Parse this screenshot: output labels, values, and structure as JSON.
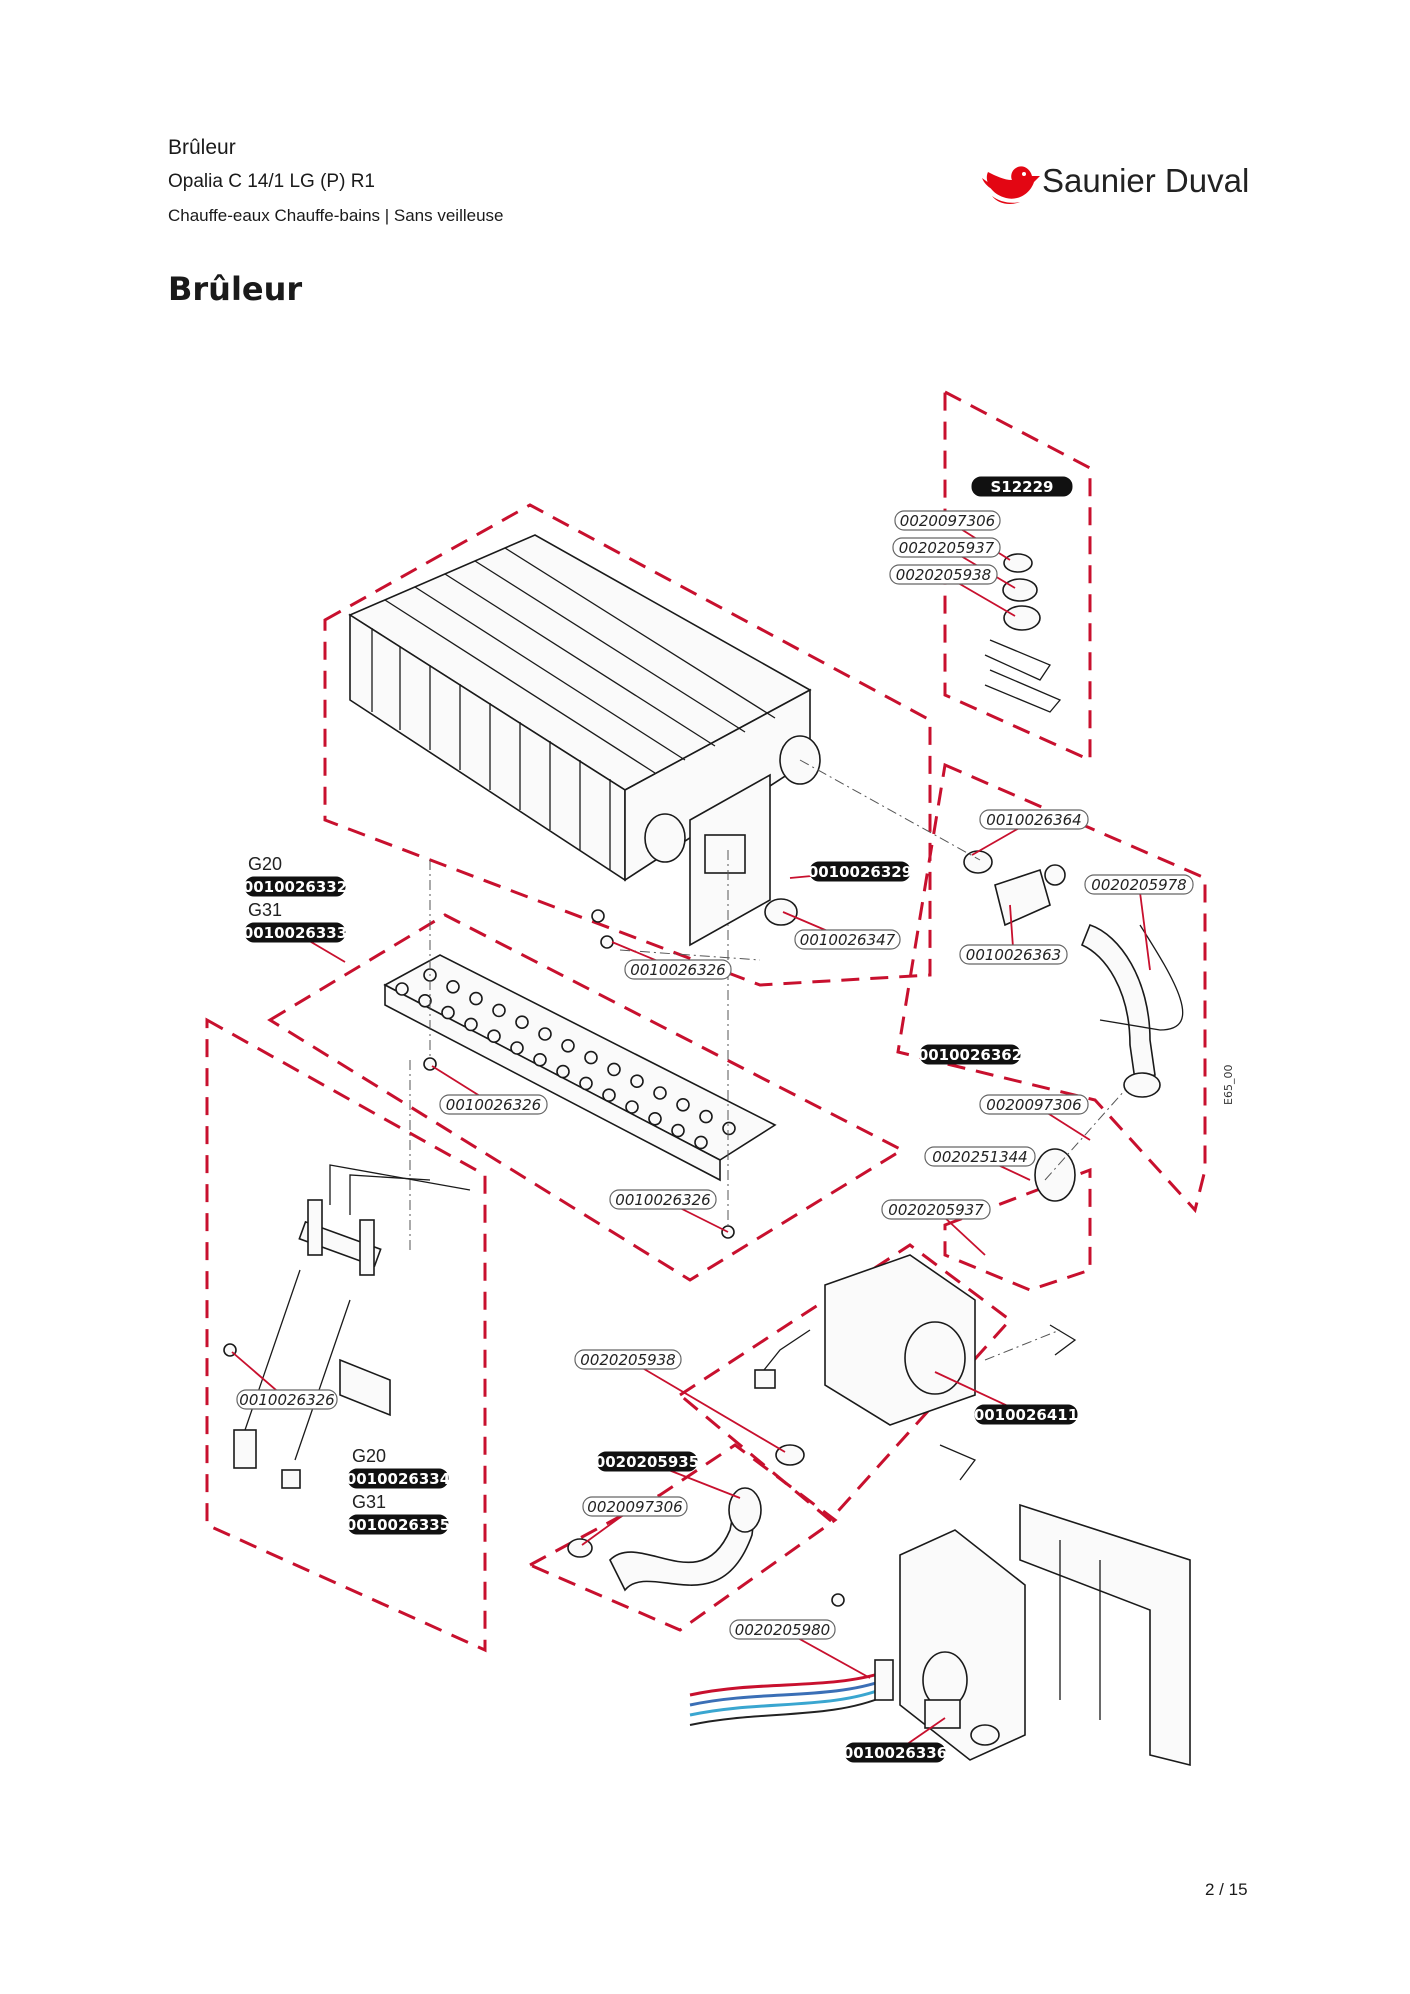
{
  "header": {
    "line1": "Brûleur",
    "line2": "Opalia C 14/1 LG (P) R1",
    "line3": "Chauffe-eaux Chauffe-bains | Sans veilleuse"
  },
  "title": "Brûleur",
  "brand": {
    "name": "Saunier Duval",
    "logo_icon": "bird-logo-icon",
    "color": "#e30613"
  },
  "accent_color": "#c8102e",
  "drawing_code": "E65_00",
  "page": "2 / 15",
  "callouts": [
    {
      "id": "S12229",
      "style": "black"
    },
    {
      "id": "0020097306",
      "style": "white"
    },
    {
      "id": "0020205937",
      "style": "white"
    },
    {
      "id": "0020205938",
      "style": "white"
    },
    {
      "id": "0010026364",
      "style": "white"
    },
    {
      "id": "0020205978",
      "style": "white"
    },
    {
      "id": "0010026329",
      "style": "black"
    },
    {
      "id": "0010026347",
      "style": "white"
    },
    {
      "id": "0010026363",
      "style": "white"
    },
    {
      "id": "0010026326",
      "style": "white"
    },
    {
      "id": "0010026332",
      "style": "black"
    },
    {
      "id": "0010026333",
      "style": "black"
    },
    {
      "id": "0010026326",
      "style": "white"
    },
    {
      "id": "0010026362",
      "style": "black"
    },
    {
      "id": "0020097306",
      "style": "white"
    },
    {
      "id": "0020251344",
      "style": "white"
    },
    {
      "id": "0010026326",
      "style": "white"
    },
    {
      "id": "0020205937",
      "style": "white"
    },
    {
      "id": "0020205938",
      "style": "white"
    },
    {
      "id": "0010026411",
      "style": "black"
    },
    {
      "id": "0010026326",
      "style": "white"
    },
    {
      "id": "0020205935",
      "style": "black"
    },
    {
      "id": "0020097306",
      "style": "white"
    },
    {
      "id": "0010026334",
      "style": "black"
    },
    {
      "id": "0010026335",
      "style": "black"
    },
    {
      "id": "0020205980",
      "style": "white"
    },
    {
      "id": "0010026336",
      "style": "black"
    }
  ],
  "gas_labels": [
    "G20",
    "G31",
    "G20",
    "G31"
  ]
}
